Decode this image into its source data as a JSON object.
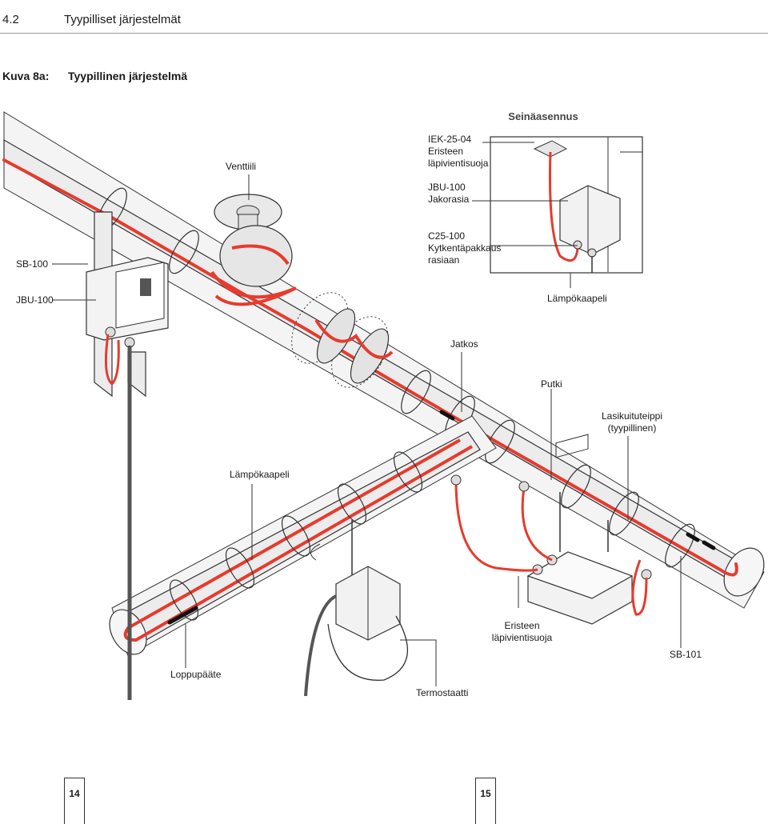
{
  "header": {
    "section_number": "4.2",
    "section_title": "Tyypilliset järjestelmät"
  },
  "figure": {
    "label": "Kuva 8a:",
    "title": "Tyypillinen järjestelmä"
  },
  "colors": {
    "cable": "#e63b2e",
    "line": "#222222",
    "fill": "#f1f1f1",
    "accent_text": "#444444"
  },
  "labels": {
    "wall_mount": "Seinäasennus",
    "iek_1": "IEK-25-04",
    "iek_2": "Eristeen",
    "iek_3": "läpivientisuoja",
    "jbu_top_1": "JBU-100",
    "jbu_top_2": "Jakorasia",
    "c25_1": "C25-100",
    "c25_2": "Kytkentäpakkaus",
    "c25_3": "rasiaan",
    "valve": "Venttiili",
    "sb100": "SB-100",
    "jbu_left": "JBU-100",
    "heat_cable_top": "Lämpökaapeli",
    "joint": "Jatkos",
    "pipe": "Putki",
    "tape_1": "Lasikuituteippi",
    "tape_2": "(tyypillinen)",
    "heat_cable_left": "Lämpökaapeli",
    "insul_1": "Eristeen",
    "insul_2": "läpivientisuoja",
    "sb101": "SB-101",
    "end_seal": "Loppupääte",
    "thermostat": "Termostaatti"
  },
  "pages": {
    "left": "14",
    "right": "15"
  }
}
